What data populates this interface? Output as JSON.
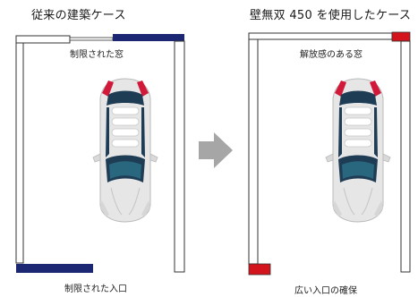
{
  "left_panel": {
    "title": "従来の建築ケース",
    "window_label": "制限された窓",
    "entrance_label": "制限された入口"
  },
  "right_panel": {
    "title": "壁無双 450 を使用したケース",
    "window_label": "解放感のある窓",
    "entrance_label": "広い入口の確保"
  },
  "colors": {
    "conventional_wall": "#1c2773",
    "product_wall": "#d4141c",
    "wall_outline": "#333333",
    "arrow": "#a6a6a6",
    "car_body": "#e4e4e4",
    "car_glass": "#1f3c55",
    "car_glass_highlight": "#2f8aa0",
    "car_lights": "#d11a3a"
  },
  "icons": [
    "car-icon",
    "arrow-right-icon"
  ]
}
